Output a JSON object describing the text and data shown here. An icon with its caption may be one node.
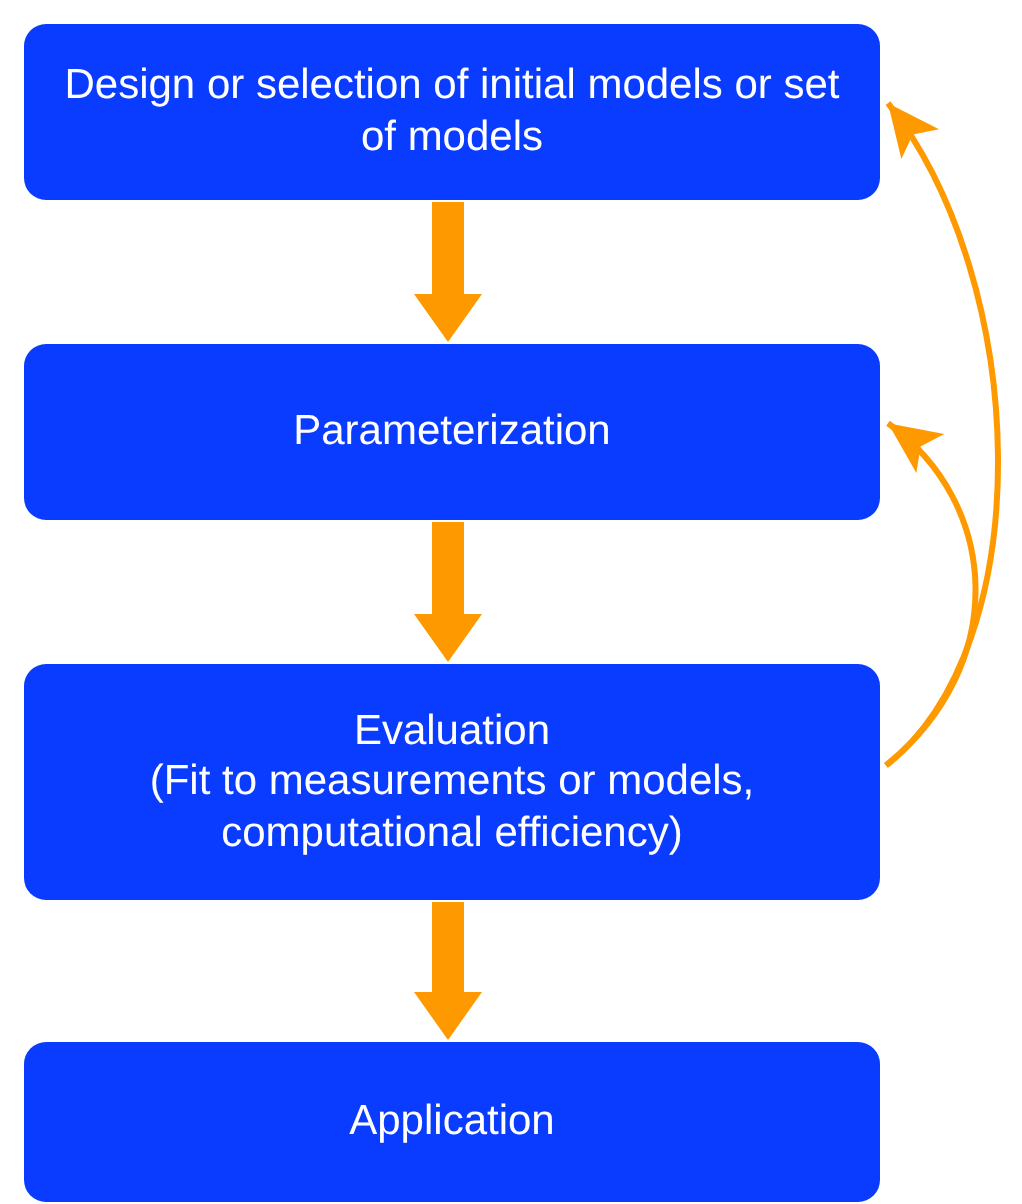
{
  "diagram": {
    "nodes": [
      {
        "text": [
          "Design or selection of initial models or set of models"
        ]
      },
      {
        "text": [
          "Parameterization"
        ]
      },
      {
        "text": [
          "Evaluation",
          "(Fit to measurements or models, computational efficiency)"
        ]
      },
      {
        "text": [
          "Application"
        ]
      }
    ],
    "edges": [
      {
        "from": 0,
        "to": 1,
        "arrow": "to",
        "style": "thick"
      },
      {
        "from": 1,
        "to": 2,
        "arrow": "to",
        "style": "thick"
      },
      {
        "from": 2,
        "to": 3,
        "arrow": "to",
        "style": "thick"
      },
      {
        "from": 2,
        "to": 0,
        "arrow": "to"
      },
      {
        "from": 2,
        "to": 1,
        "arrow": "to"
      }
    ]
  }
}
